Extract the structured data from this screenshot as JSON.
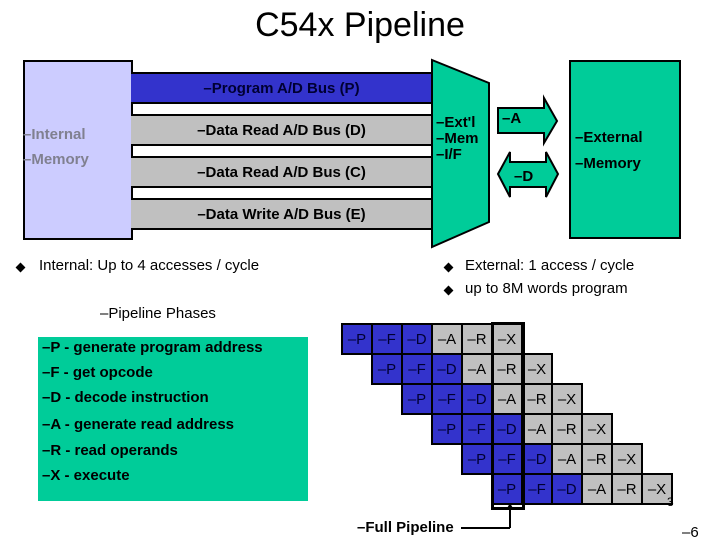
{
  "title": "C54x Pipeline",
  "internal_memory": {
    "lines": [
      "–Internal",
      "–Memory"
    ]
  },
  "buses": [
    {
      "label": "–Program A/D Bus (P)",
      "color": "#3333cc"
    },
    {
      "label": "–Data Read A/D Bus (D)",
      "color": "#c0c0c0"
    },
    {
      "label": "–Data Read A/D Bus (C)",
      "color": "#c0c0c0"
    },
    {
      "label": "–Data Write A/D Bus (E)",
      "color": "#c0c0c0"
    }
  ],
  "interface": {
    "lines": [
      "–Ext'l",
      "–Mem",
      "–I/F"
    ]
  },
  "arrows": {
    "address": "–A",
    "data": "–D"
  },
  "external_memory": {
    "lines": [
      "–External",
      "–Memory"
    ]
  },
  "bullets_left": [
    "Internal:  Up to 4 accesses / cycle"
  ],
  "bullets_right": [
    "External:  1 access / cycle",
    "up to 8M words program"
  ],
  "phases_heading": "–Pipeline Phases",
  "phases": [
    "–P - generate program address",
    "–F - get opcode",
    "–D - decode instruction",
    "–A - generate read address",
    "–R - read operands",
    "–X - execute"
  ],
  "pipeline": {
    "stages": [
      "–P",
      "–F",
      "–D",
      "–A",
      "–R",
      "–X"
    ],
    "rows": 6,
    "full_pipeline_label": "–Full Pipeline"
  },
  "footer": {
    "small_number": "3",
    "slide_number": "–6"
  },
  "colors": {
    "bus_blue": "#3333cc",
    "bus_gray": "#c0c0c0",
    "green": "#00cc99",
    "lavender": "#ccccff"
  }
}
